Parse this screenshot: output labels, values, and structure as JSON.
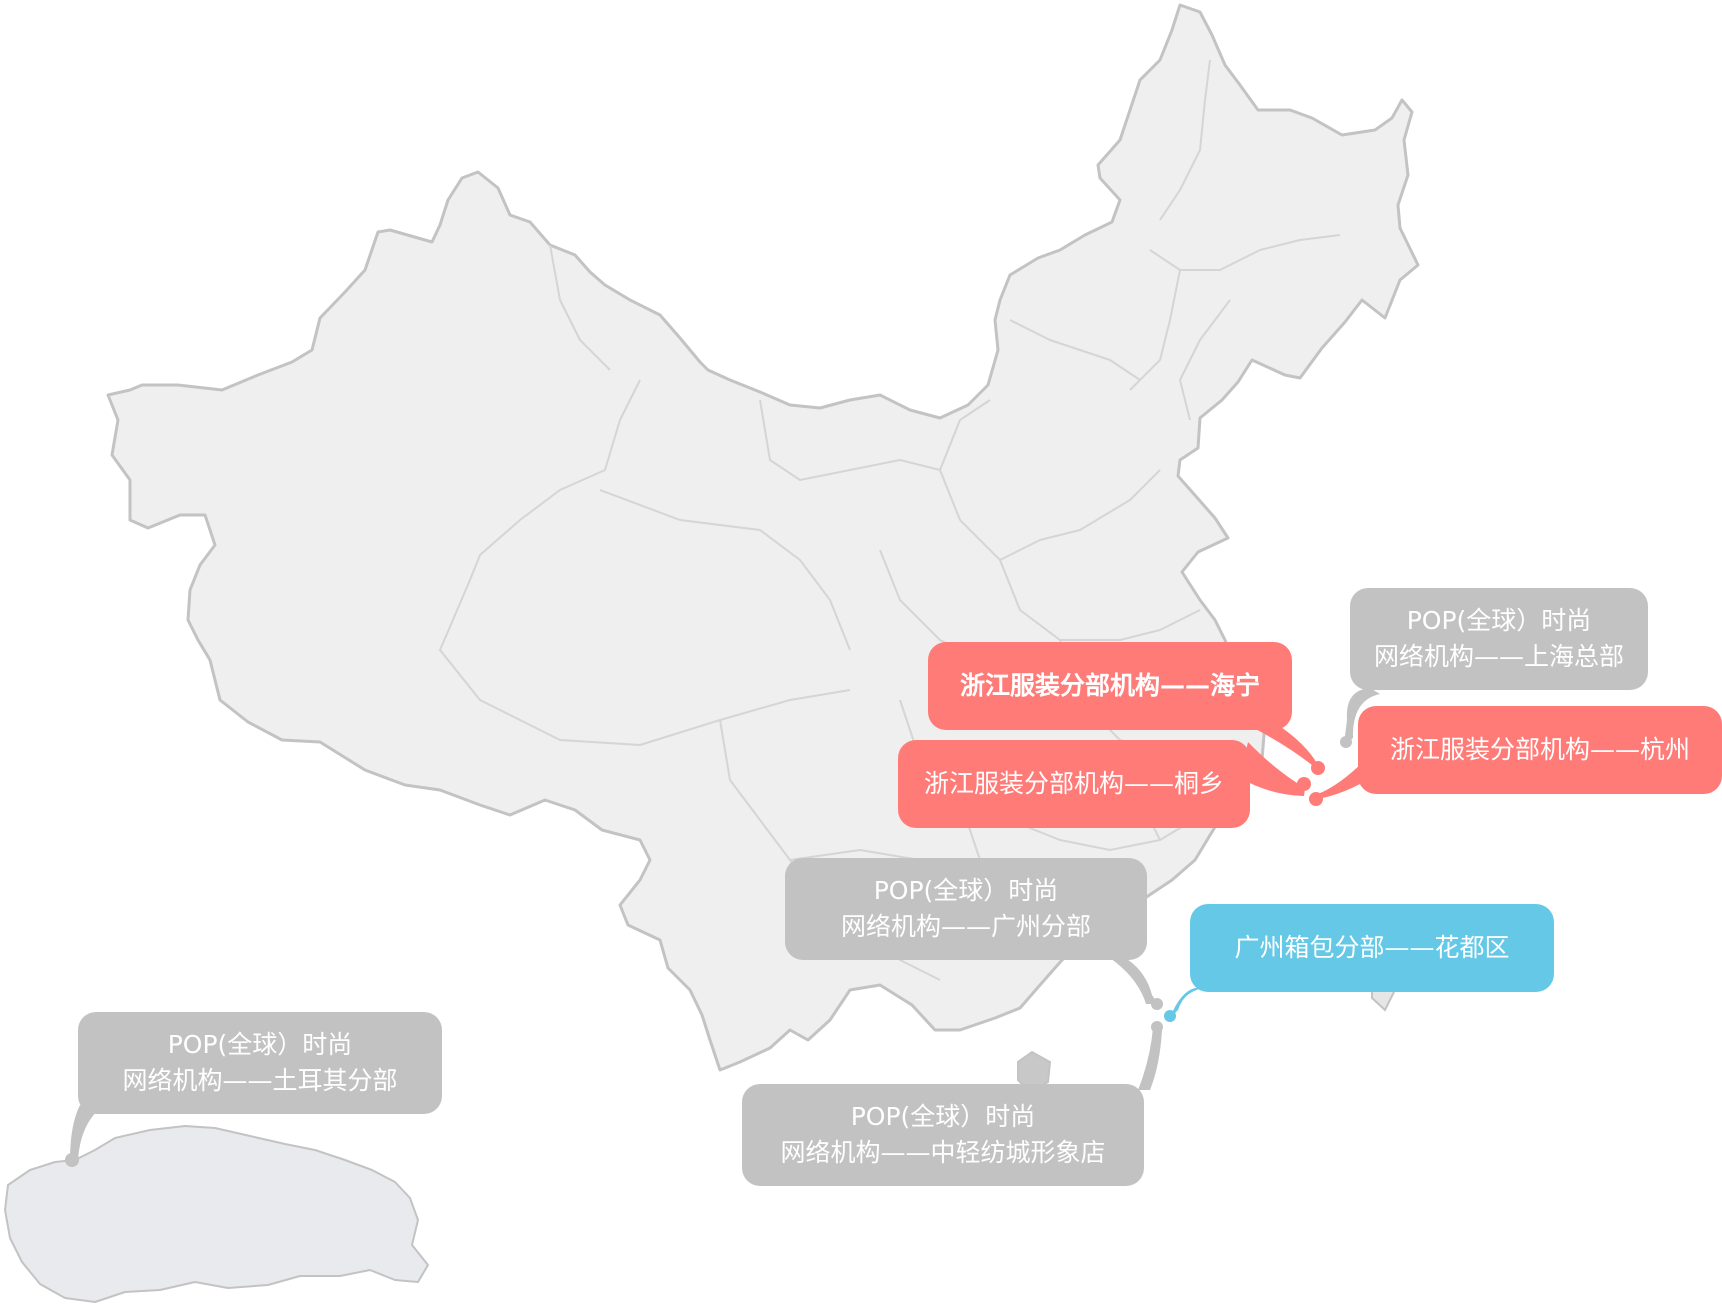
{
  "colors": {
    "office_grey": "#c2c2c2",
    "zhejiang_red": "#ff7b78",
    "guangzhou_blue": "#65c8e6",
    "land_fill": "#efefef",
    "turkey_fill": "#e9eaee",
    "border_stroke": "#c3c3c3"
  },
  "map": {
    "regions": [
      "china-map",
      "turkey-map"
    ]
  },
  "labels": {
    "shanghai_hq": {
      "line1": "POP(全球）时尚",
      "line2": "网络机构——上海总部"
    },
    "haining": {
      "text": "浙江服装分部机构——海宁"
    },
    "tongxiang": {
      "text": "浙江服装分部机构——桐乡"
    },
    "hangzhou": {
      "text": "浙江服装分部机构——杭州"
    },
    "guangzhou_branch": {
      "line1": "POP(全球）时尚",
      "line2": "网络机构——广州分部"
    },
    "huadu": {
      "text": "广州箱包分部——花都区"
    },
    "zhongqing_store": {
      "line1": "POP(全球）时尚",
      "line2": "网络机构——中轻纺城形象店"
    },
    "turkey_branch": {
      "line1": "POP(全球）时尚",
      "line2": "网络机构——土耳其分部"
    }
  }
}
